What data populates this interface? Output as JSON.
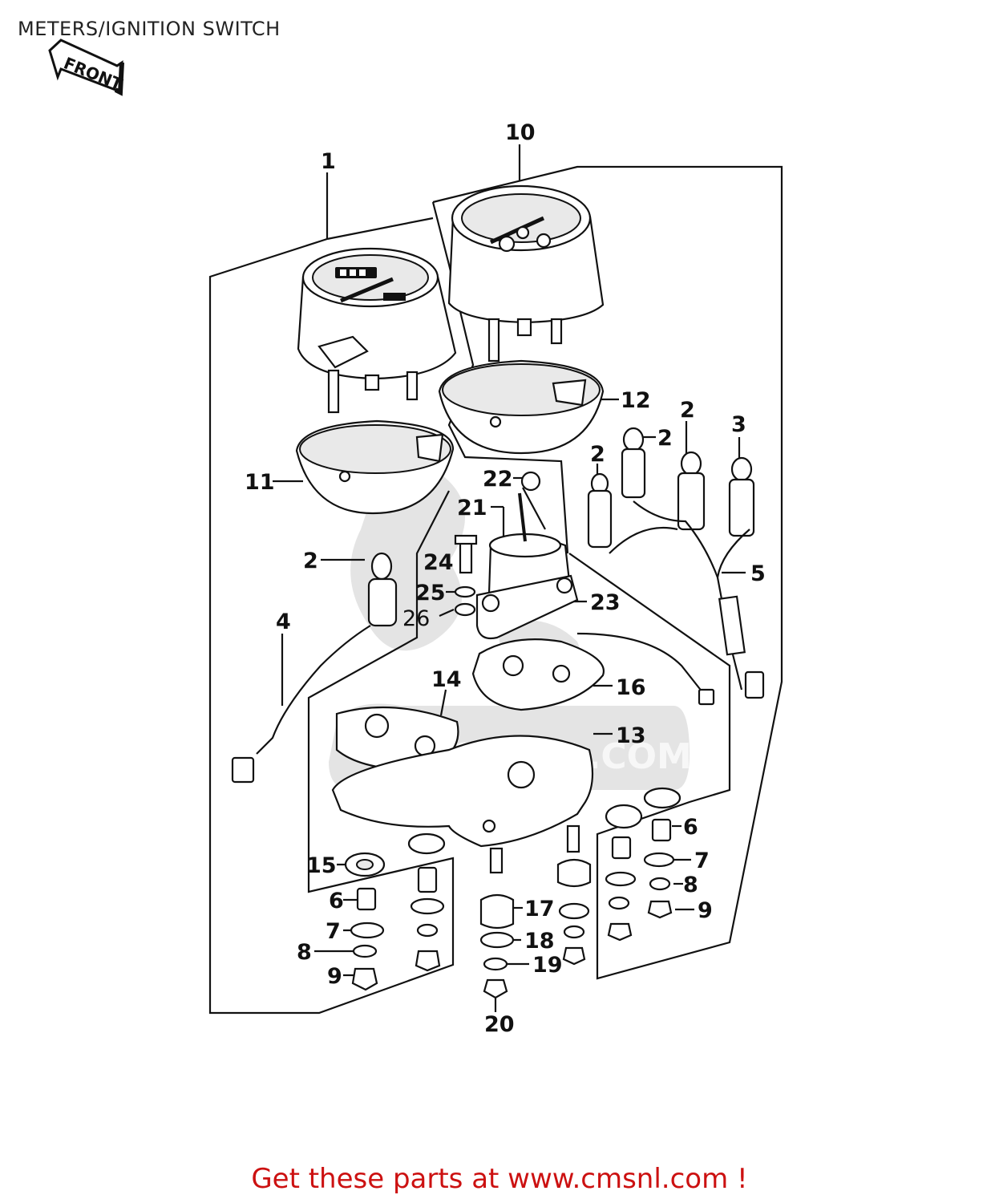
{
  "header": {
    "title": "METERS/IGNITION SWITCH",
    "front_label": "FRONT"
  },
  "watermark": {
    "text": "CMSNL.COM"
  },
  "callouts": [
    {
      "id": "c1",
      "label": "1"
    },
    {
      "id": "c10",
      "label": "10"
    },
    {
      "id": "c12",
      "label": "12"
    },
    {
      "id": "c2a",
      "label": "2"
    },
    {
      "id": "c2b",
      "label": "2"
    },
    {
      "id": "c2c",
      "label": "2"
    },
    {
      "id": "c3",
      "label": "3"
    },
    {
      "id": "c11",
      "label": "11"
    },
    {
      "id": "c22",
      "label": "22"
    },
    {
      "id": "c21",
      "label": "21"
    },
    {
      "id": "c2d",
      "label": "2"
    },
    {
      "id": "c24",
      "label": "24"
    },
    {
      "id": "c5",
      "label": "5"
    },
    {
      "id": "c25",
      "label": "25"
    },
    {
      "id": "c23",
      "label": "23"
    },
    {
      "id": "c26",
      "label": "26"
    },
    {
      "id": "c4",
      "label": "4"
    },
    {
      "id": "c14",
      "label": "14"
    },
    {
      "id": "c16",
      "label": "16"
    },
    {
      "id": "c13",
      "label": "13"
    },
    {
      "id": "c6a",
      "label": "6"
    },
    {
      "id": "c7a",
      "label": "7"
    },
    {
      "id": "c15",
      "label": "15"
    },
    {
      "id": "c8a",
      "label": "8"
    },
    {
      "id": "c6b",
      "label": "6"
    },
    {
      "id": "c17",
      "label": "17"
    },
    {
      "id": "c9a",
      "label": "9"
    },
    {
      "id": "c7b",
      "label": "7"
    },
    {
      "id": "c18",
      "label": "18"
    },
    {
      "id": "c8b",
      "label": "8"
    },
    {
      "id": "c19",
      "label": "19"
    },
    {
      "id": "c9b",
      "label": "9"
    },
    {
      "id": "c20",
      "label": "20"
    }
  ],
  "footer": {
    "link_text": "Get these parts at www.cmsnl.com !",
    "link_color": "#cc1111"
  }
}
